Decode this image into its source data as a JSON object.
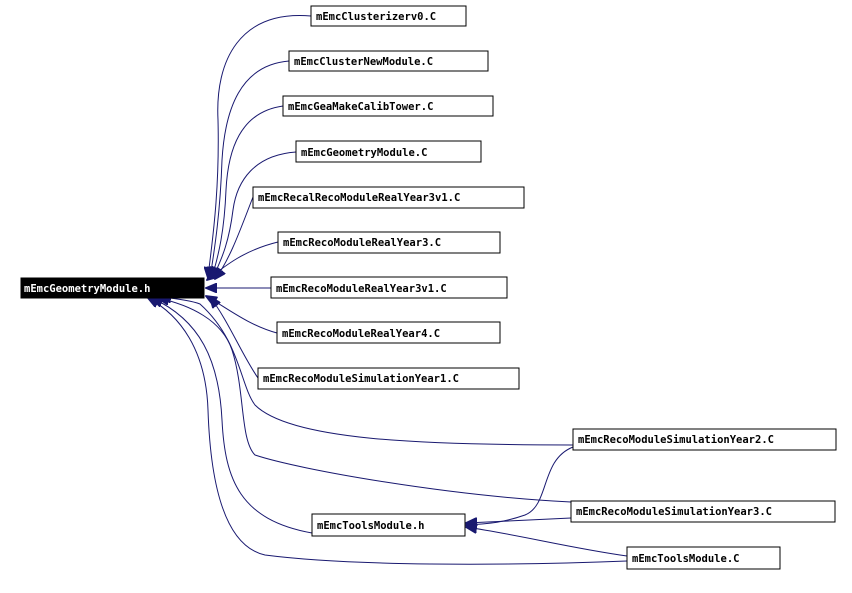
{
  "graph": {
    "nodes": [
      {
        "id": "root",
        "label": "mEmcGeometryModule.h"
      },
      {
        "id": "n1",
        "label": "mEmcClusterizerv0.C"
      },
      {
        "id": "n2",
        "label": "mEmcClusterNewModule.C"
      },
      {
        "id": "n3",
        "label": "mEmcGeaMakeCalibTower.C"
      },
      {
        "id": "n4",
        "label": "mEmcGeometryModule.C"
      },
      {
        "id": "n5",
        "label": "mEmcRecalRecoModuleRealYear3v1.C"
      },
      {
        "id": "n6",
        "label": "mEmcRecoModuleRealYear3.C"
      },
      {
        "id": "n7",
        "label": "mEmcRecoModuleRealYear3v1.C"
      },
      {
        "id": "n8",
        "label": "mEmcRecoModuleRealYear4.C"
      },
      {
        "id": "n9",
        "label": "mEmcRecoModuleSimulationYear1.C"
      },
      {
        "id": "n10",
        "label": "mEmcRecoModuleSimulationYear2.C"
      },
      {
        "id": "n11",
        "label": "mEmcRecoModuleSimulationYear3.C"
      },
      {
        "id": "n12",
        "label": "mEmcToolsModule.h"
      },
      {
        "id": "n13",
        "label": "mEmcToolsModule.C"
      }
    ],
    "edges": [
      {
        "from": "n1",
        "to": "root"
      },
      {
        "from": "n2",
        "to": "root"
      },
      {
        "from": "n3",
        "to": "root"
      },
      {
        "from": "n4",
        "to": "root"
      },
      {
        "from": "n5",
        "to": "root"
      },
      {
        "from": "n6",
        "to": "root"
      },
      {
        "from": "n7",
        "to": "root"
      },
      {
        "from": "n8",
        "to": "root"
      },
      {
        "from": "n9",
        "to": "root"
      },
      {
        "from": "n10",
        "to": "root"
      },
      {
        "from": "n11",
        "to": "root"
      },
      {
        "from": "n12",
        "to": "root"
      },
      {
        "from": "n13",
        "to": "root"
      },
      {
        "from": "n10",
        "to": "n12"
      },
      {
        "from": "n11",
        "to": "n12"
      },
      {
        "from": "n13",
        "to": "n12"
      }
    ],
    "colors": {
      "edge": "#191970",
      "root_fill": "#000000",
      "root_text": "#ffffff",
      "box_fill": "#ffffff",
      "box_stroke": "#000000"
    }
  }
}
